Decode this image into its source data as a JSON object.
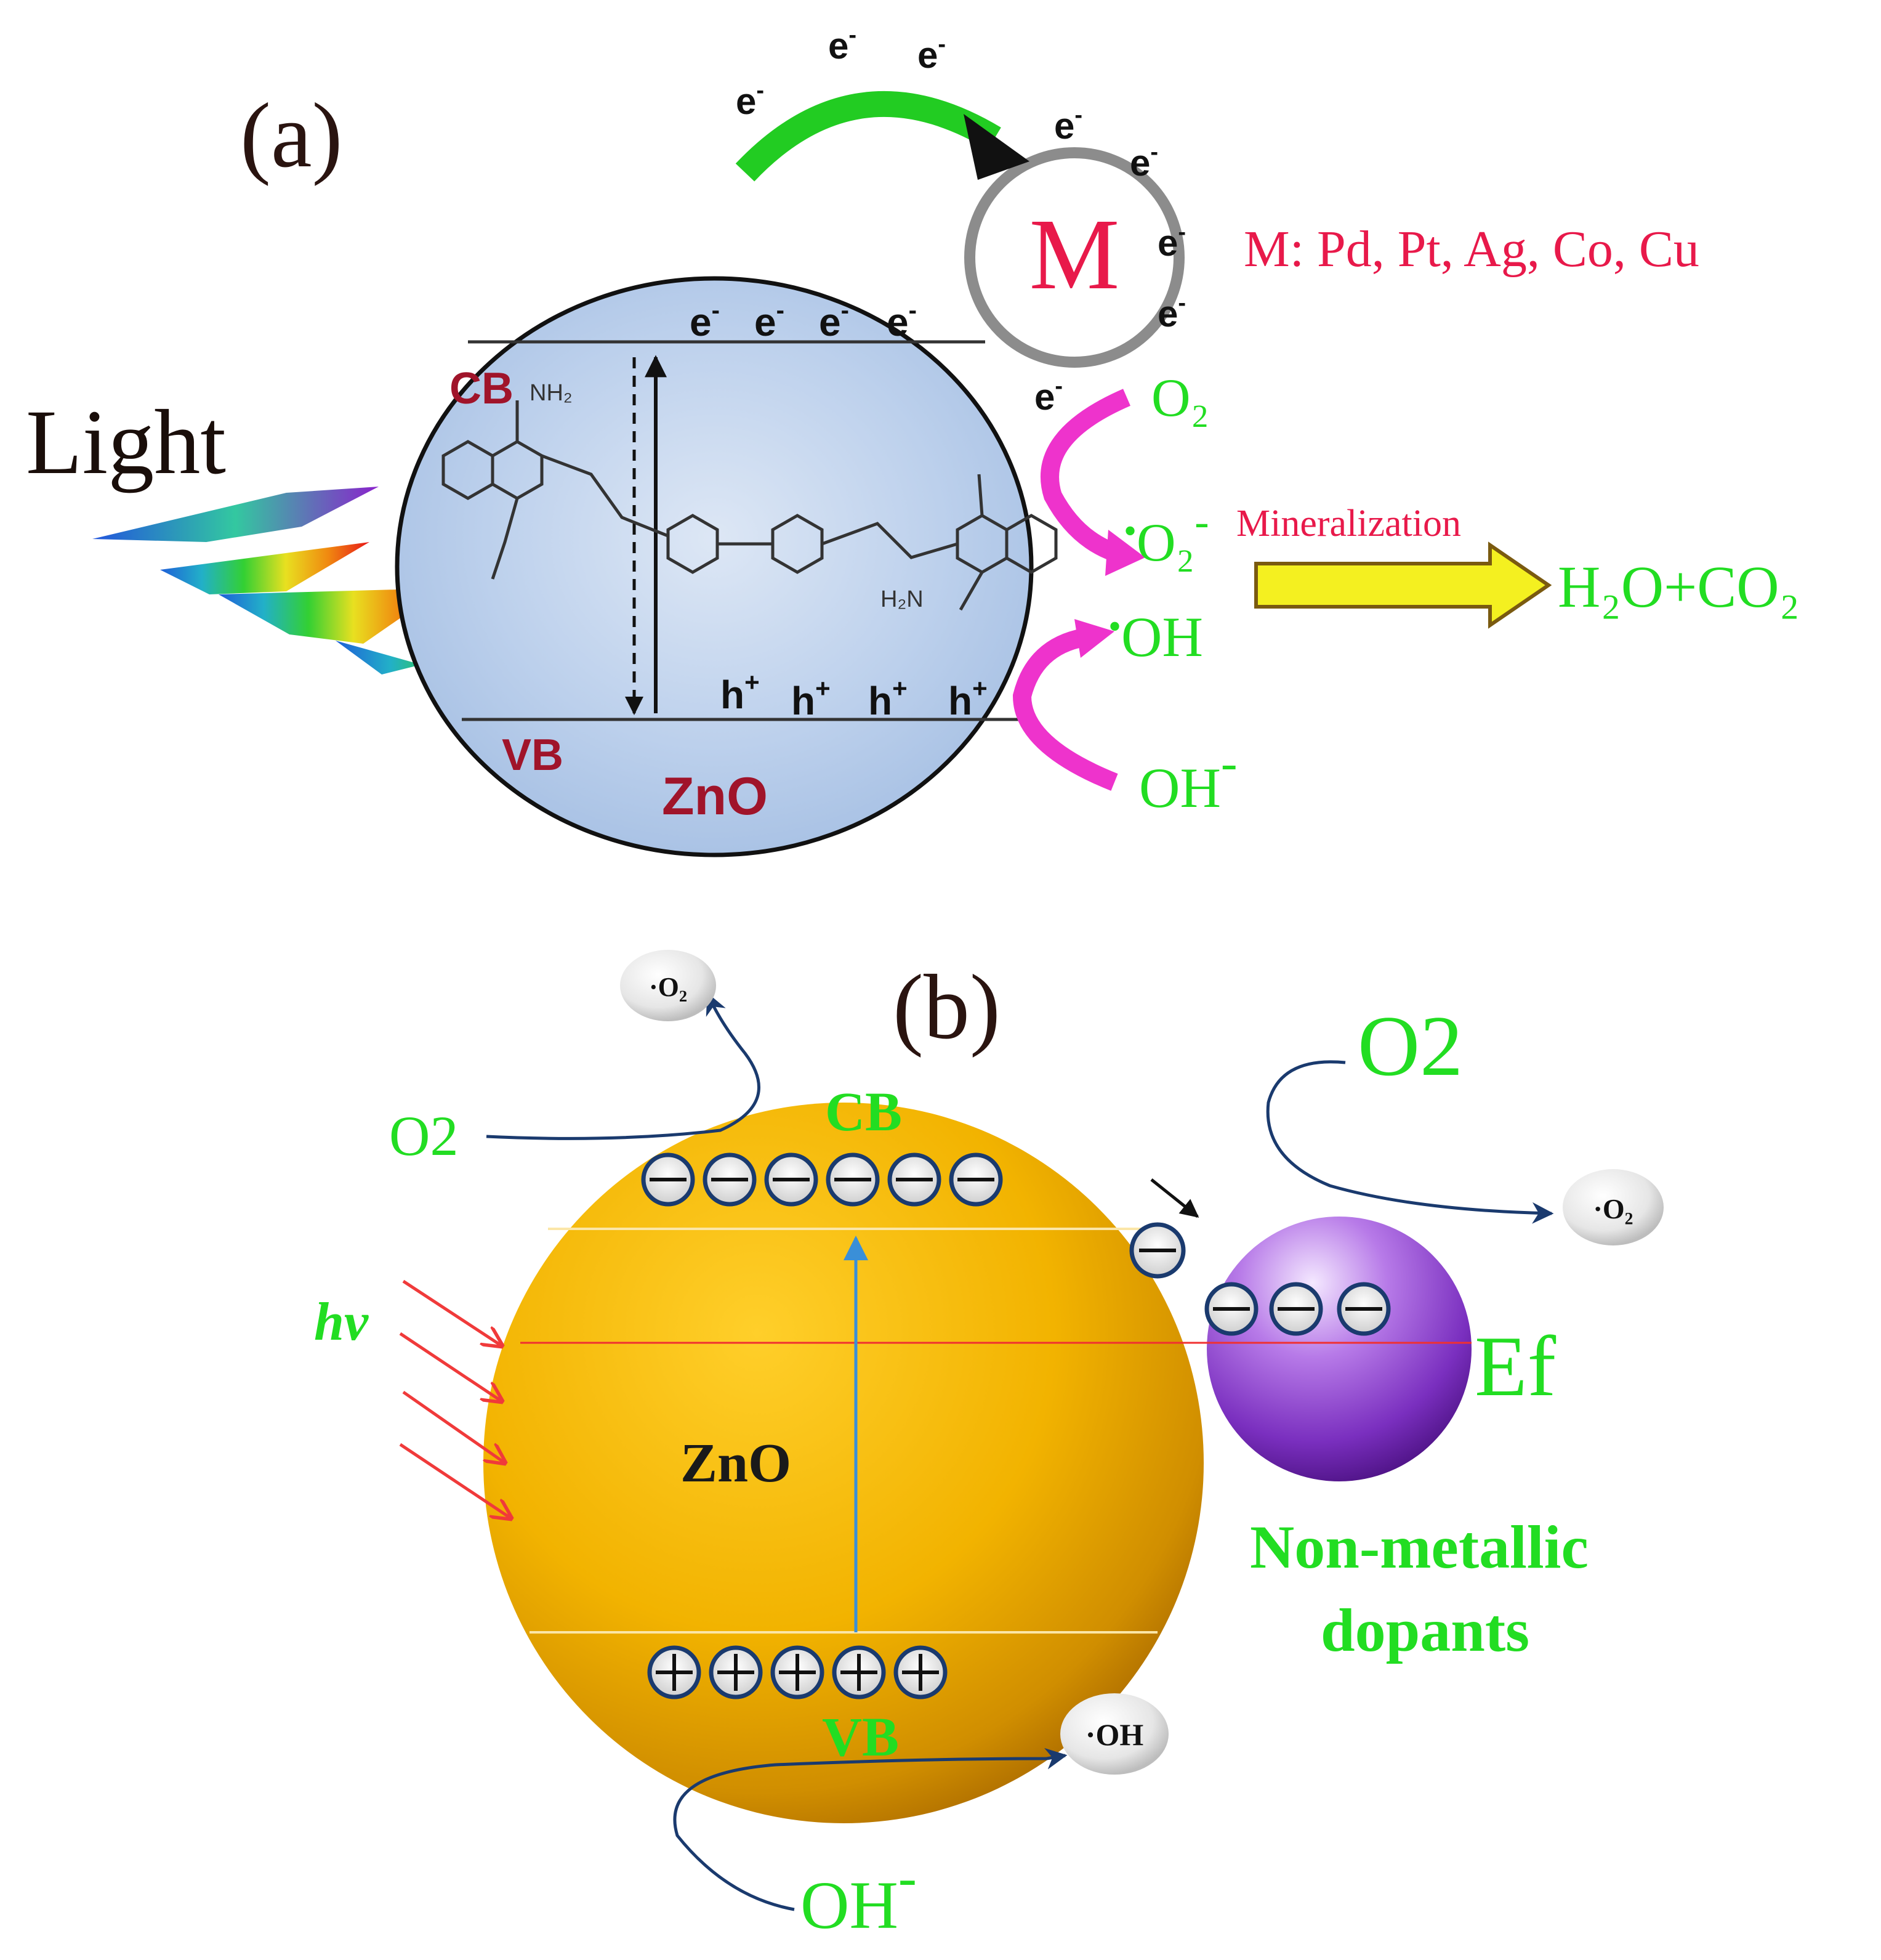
{
  "panel_a": {
    "label": "(a)",
    "light_label": "Light",
    "metal_symbol": "M",
    "metal_list": "M: Pd, Pt, Ag, Co, Cu",
    "electron": "e",
    "electron_sup": "-",
    "hole": "h",
    "hole_sup": "+",
    "cb_label": "CB",
    "vb_label": "VB",
    "material": "ZnO",
    "nh2_label": "NH₂",
    "h2n_label": "H₂N",
    "o2": "O₂",
    "superoxide": "O₂",
    "superoxide_sup": "-",
    "hydroxyl_radical": "OH",
    "hydroxide": "OH",
    "hydroxide_sup": "-",
    "radical_dot": "•",
    "mineralization": "Mineralization",
    "products": "H₂O+CO₂"
  },
  "panel_b": {
    "label": "(b)",
    "cb_label": "CB",
    "vb_label": "VB",
    "material": "ZnO",
    "hv": "hv",
    "o2_left": "O2",
    "o2_right": "O2",
    "superoxide_bubble": "·O₂",
    "hydroxyl_bubble": "·OH",
    "hydroxide": "OH",
    "hydroxide_sup": "-",
    "fermi": "Ef",
    "dopant_line1": "Non-metallic",
    "dopant_line2": "dopants"
  },
  "colors": {
    "green_text": "#22dd22",
    "red_text": "#e8194a",
    "dark_red": "#a0142a",
    "magenta": "#ee33cc",
    "navy": "#1a3a6e",
    "gold": "#f0b000",
    "purple": "#8a33cc"
  }
}
